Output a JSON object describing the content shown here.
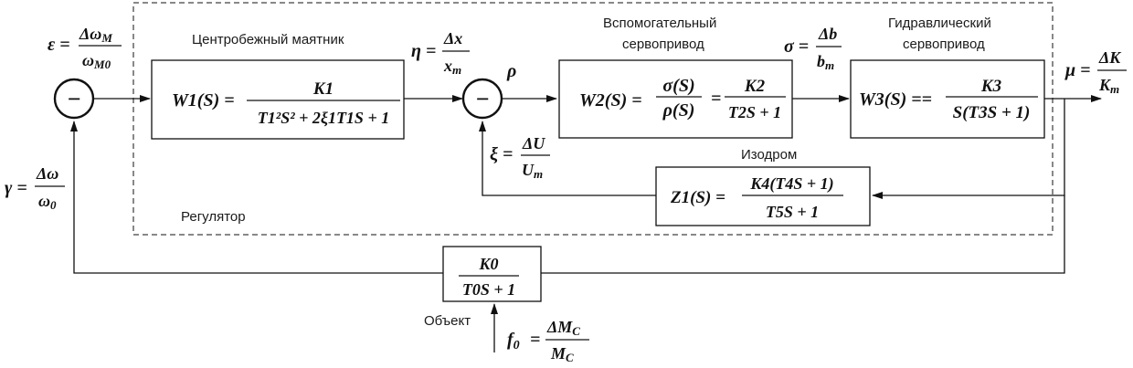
{
  "labels": {
    "centrifugal": "Центробежный маятник",
    "aux_servo_line1": "Вспомогательный",
    "aux_servo_line2": "сервопривод",
    "hyd_servo_line1": "Гидравлический",
    "hyd_servo_line2": "сервопривод",
    "isodrome": "Изодром",
    "regulator": "Регулятор",
    "object": "Объект"
  },
  "signals": {
    "epsilon": {
      "sym": "ε =",
      "num": "Δω",
      "num_sub": "M",
      "den": "ω",
      "den_sub": "M0"
    },
    "eta": {
      "sym": "η =",
      "num": "Δx",
      "den": "x",
      "den_sub": "m"
    },
    "rho": {
      "sym": "ρ"
    },
    "sigma": {
      "sym": "σ =",
      "num": "Δb",
      "den": "b",
      "den_sub": "m"
    },
    "mu": {
      "sym": "μ =",
      "num": "ΔK",
      "den": "K",
      "den_sub": "m"
    },
    "xi": {
      "sym": "ξ =",
      "num": "ΔU",
      "den": "U",
      "den_sub": "m"
    },
    "gamma": {
      "sym": "γ =",
      "num": "Δω",
      "den": "ω",
      "den_sub": "0"
    },
    "f0": {
      "sym": "f",
      "sym_sub": "0",
      "eq": "=",
      "num": "ΔM",
      "num_sub": "C",
      "den": "M",
      "den_sub": "C"
    }
  },
  "blocks": {
    "w1": {
      "lhs": "W1(S) =",
      "num": "K1",
      "den": "T1²S² + 2ξ1T1S + 1"
    },
    "w2": {
      "lhs": "W2(S) =",
      "num_a": "σ(S)",
      "den_a": "ρ(S)",
      "num": "K2",
      "den": "T2S + 1"
    },
    "w3": {
      "lhs": "W3(S) ==",
      "num": "K3",
      "den": "S(T3S + 1)"
    },
    "z1": {
      "lhs": "Z1(S) =",
      "num": "K4(T4S + 1)",
      "den": "T5S + 1"
    },
    "obj": {
      "num": "K0",
      "den": "T0S + 1"
    }
  },
  "sum_sign": "−"
}
